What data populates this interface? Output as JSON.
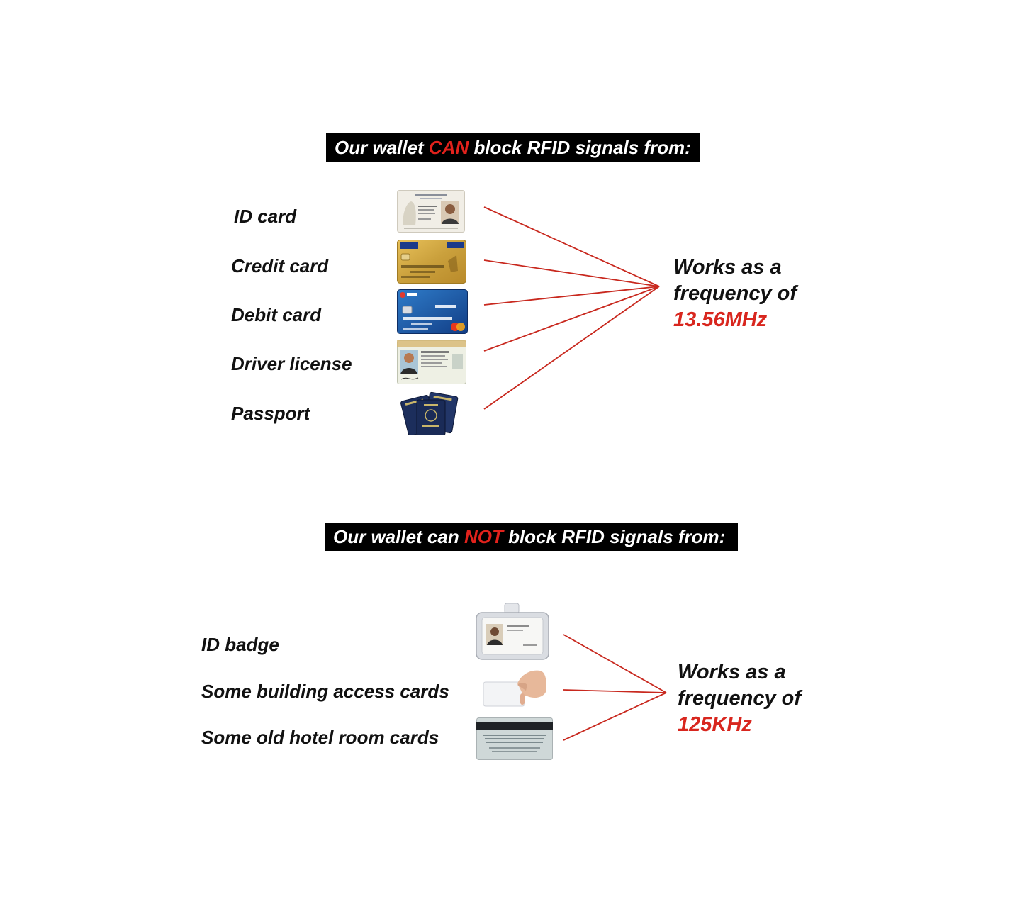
{
  "can_section": {
    "banner_prefix": "Our wallet ",
    "banner_highlight": "CAN",
    "banner_suffix": " block RFID signals from:",
    "items": [
      "ID card",
      "Credit card",
      "Debit card",
      "Driver license",
      "Passport"
    ],
    "freq_line1": "Works as a",
    "freq_line2": "frequency of",
    "freq_value": "13.56MHz"
  },
  "not_section": {
    "banner_prefix": "Our wallet can ",
    "banner_highlight": "NOT",
    "banner_suffix": " block RFID signals from:",
    "items": [
      "ID badge",
      "Some building access cards",
      "Some old hotel room cards"
    ],
    "freq_line1": "Works as a",
    "freq_line2": "frequency of",
    "freq_value": "125KHz"
  },
  "colors": {
    "accent_red": "#d8261e",
    "banner_bg": "#000000",
    "line_red": "#c8281e"
  }
}
